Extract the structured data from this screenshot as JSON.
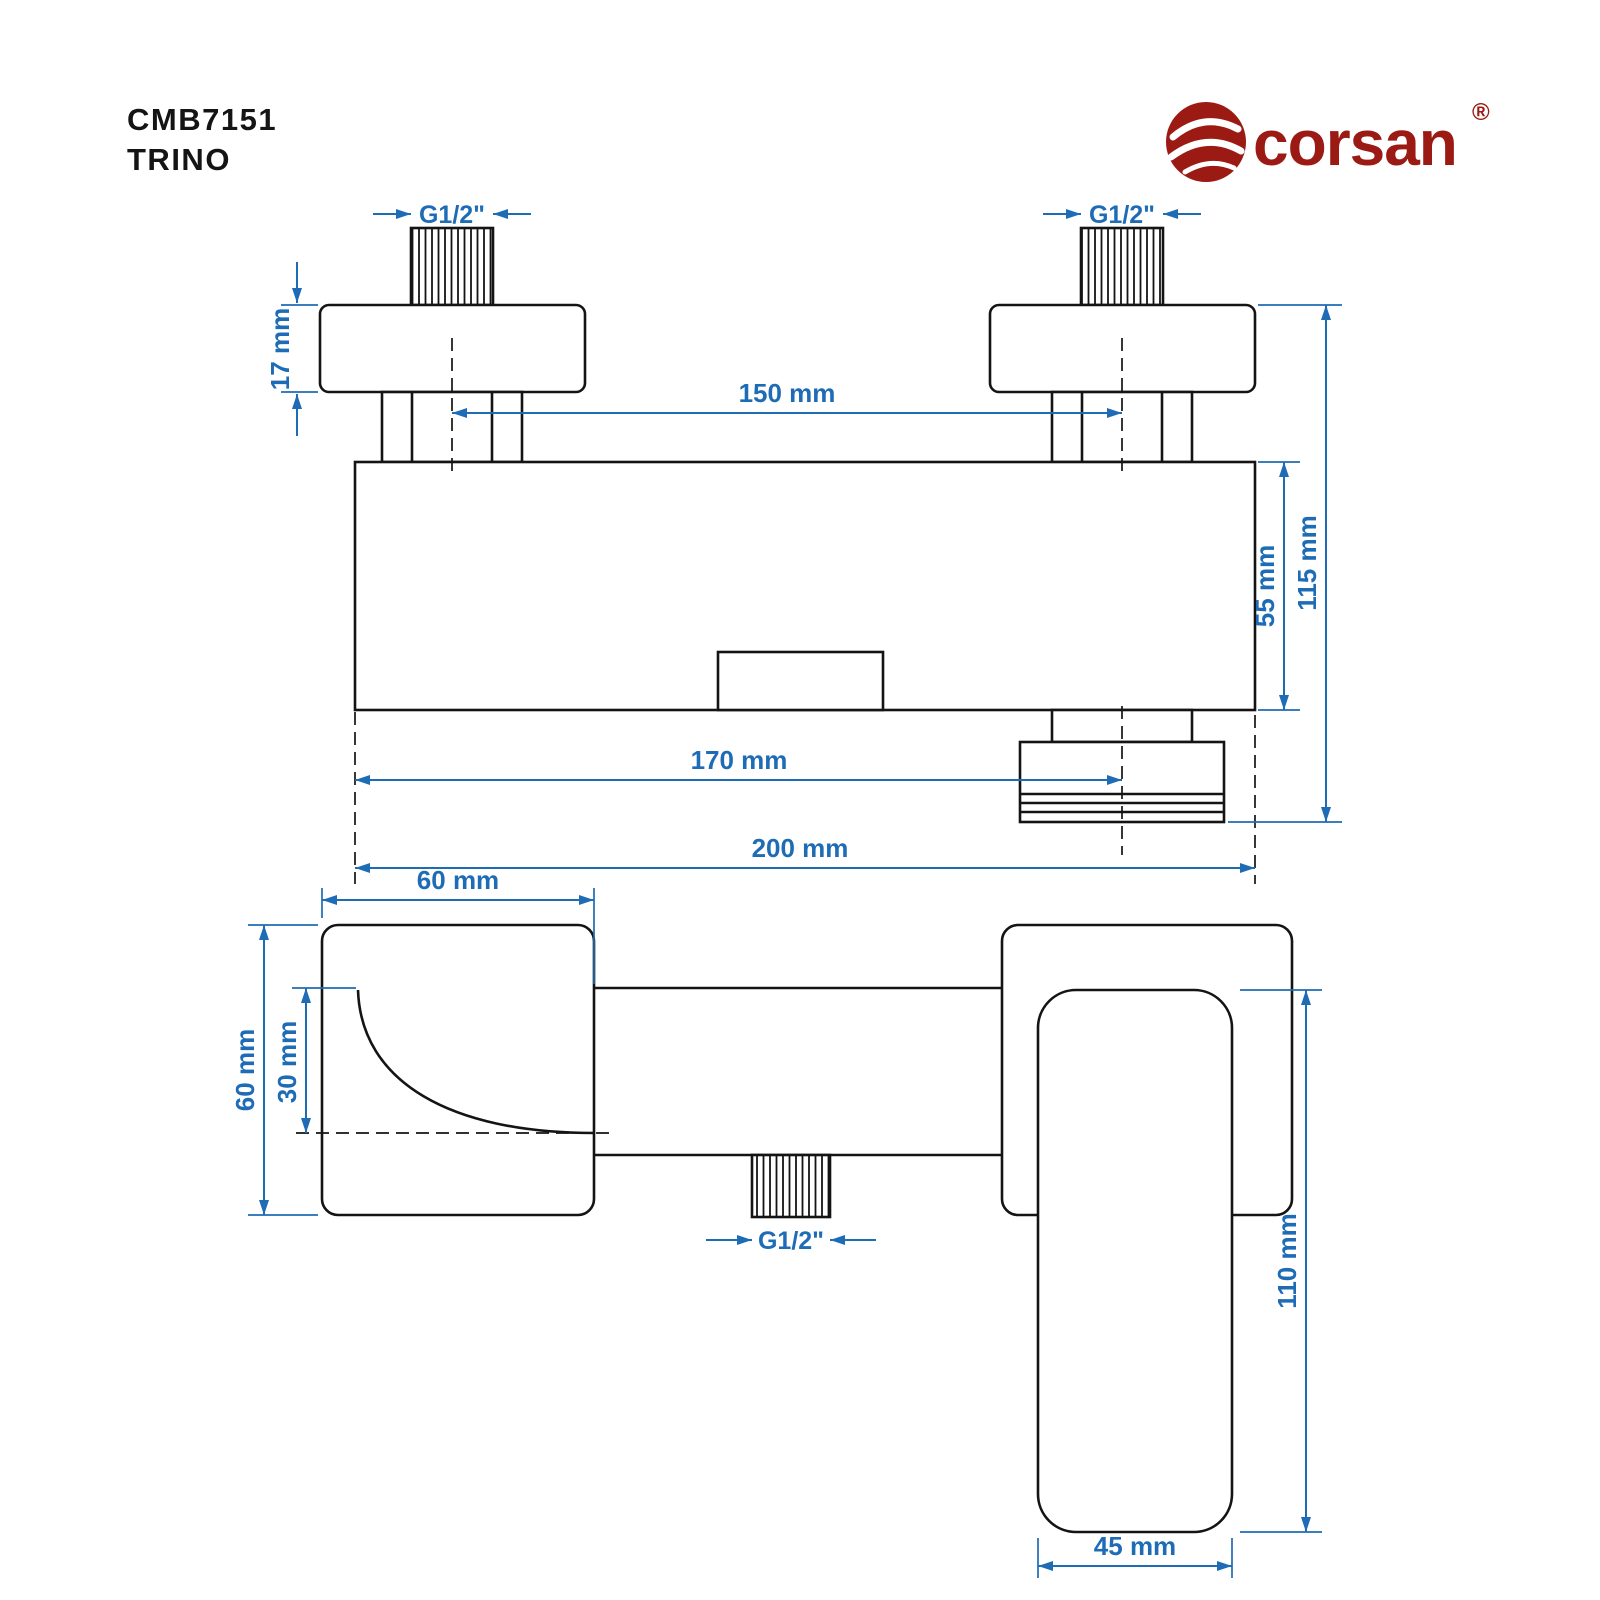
{
  "product": {
    "code": "CMB7151",
    "name": "TRINO"
  },
  "brand": {
    "wordmark": "corsan",
    "registered_mark": "®",
    "color": "#9b1a13"
  },
  "colors": {
    "dimension_accent": "#1e6cb5",
    "drawing_line": "#141414",
    "background": "#ffffff"
  },
  "front_view": {
    "thread_left_label": "G1/2\"",
    "thread_right_label": "G1/2\"",
    "escutcheon_height": "17 mm",
    "inlet_spacing": "150 mm",
    "body_height": "55 mm",
    "overall_height": "115 mm",
    "outlet_offset": "170 mm"
  },
  "side_view": {
    "overall_width": "200 mm",
    "flange_width": "60 mm",
    "flange_depth": "60 mm",
    "body_depth": "30 mm",
    "outlet_thread_label": "G1/2\"",
    "handle_length": "110 mm",
    "handle_width": "45 mm"
  }
}
